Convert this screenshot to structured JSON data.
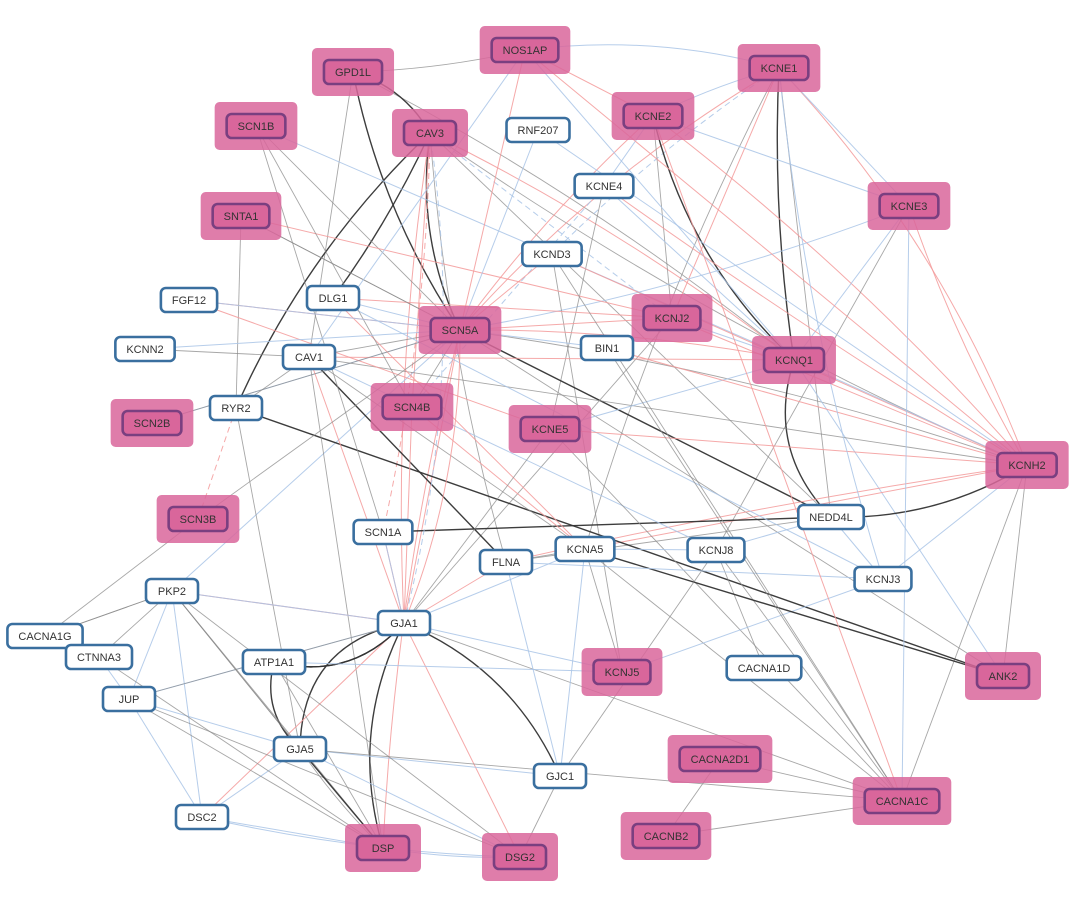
{
  "nodes": [
    {
      "id": "NOS1AP",
      "label": "NOS1AP",
      "highlighted": true
    },
    {
      "id": "GPD1L",
      "label": "GPD1L",
      "highlighted": true
    },
    {
      "id": "KCNE1",
      "label": "KCNE1",
      "highlighted": true
    },
    {
      "id": "SCN1B",
      "label": "SCN1B",
      "highlighted": true
    },
    {
      "id": "CAV3",
      "label": "CAV3",
      "highlighted": true
    },
    {
      "id": "RNF207",
      "label": "RNF207",
      "highlighted": false
    },
    {
      "id": "KCNE2",
      "label": "KCNE2",
      "highlighted": true
    },
    {
      "id": "KCNE4",
      "label": "KCNE4",
      "highlighted": false
    },
    {
      "id": "SNTA1",
      "label": "SNTA1",
      "highlighted": true
    },
    {
      "id": "KCNE3",
      "label": "KCNE3",
      "highlighted": true
    },
    {
      "id": "KCND3",
      "label": "KCND3",
      "highlighted": false
    },
    {
      "id": "FGF12",
      "label": "FGF12",
      "highlighted": false
    },
    {
      "id": "DLG1",
      "label": "DLG1",
      "highlighted": false
    },
    {
      "id": "SCN5A",
      "label": "SCN5A",
      "highlighted": true
    },
    {
      "id": "KCNJ2",
      "label": "KCNJ2",
      "highlighted": true
    },
    {
      "id": "KCNN2",
      "label": "KCNN2",
      "highlighted": false
    },
    {
      "id": "CAV1",
      "label": "CAV1",
      "highlighted": false
    },
    {
      "id": "BIN1",
      "label": "BIN1",
      "highlighted": false
    },
    {
      "id": "KCNQ1",
      "label": "KCNQ1",
      "highlighted": true
    },
    {
      "id": "SCN2B",
      "label": "SCN2B",
      "highlighted": true
    },
    {
      "id": "RYR2",
      "label": "RYR2",
      "highlighted": false
    },
    {
      "id": "SCN4B",
      "label": "SCN4B",
      "highlighted": true
    },
    {
      "id": "KCNE5",
      "label": "KCNE5",
      "highlighted": true
    },
    {
      "id": "KCNH2",
      "label": "KCNH2",
      "highlighted": true
    },
    {
      "id": "SCN3B",
      "label": "SCN3B",
      "highlighted": true
    },
    {
      "id": "NEDD4L",
      "label": "NEDD4L",
      "highlighted": false
    },
    {
      "id": "SCN1A",
      "label": "SCN1A",
      "highlighted": false
    },
    {
      "id": "FLNA",
      "label": "FLNA",
      "highlighted": false
    },
    {
      "id": "KCNA5",
      "label": "KCNA5",
      "highlighted": false
    },
    {
      "id": "KCNJ8",
      "label": "KCNJ8",
      "highlighted": false
    },
    {
      "id": "KCNJ3",
      "label": "KCNJ3",
      "highlighted": false
    },
    {
      "id": "PKP2",
      "label": "PKP2",
      "highlighted": false
    },
    {
      "id": "GJA1",
      "label": "GJA1",
      "highlighted": false
    },
    {
      "id": "CACNA1G",
      "label": "CACNA1G",
      "highlighted": false
    },
    {
      "id": "CTNNA3",
      "label": "CTNNA3",
      "highlighted": false
    },
    {
      "id": "ATP1A1",
      "label": "ATP1A1",
      "highlighted": false
    },
    {
      "id": "KCNJ5",
      "label": "KCNJ5",
      "highlighted": true
    },
    {
      "id": "CACNA1D",
      "label": "CACNA1D",
      "highlighted": false
    },
    {
      "id": "ANK2",
      "label": "ANK2",
      "highlighted": true
    },
    {
      "id": "JUP",
      "label": "JUP",
      "highlighted": false
    },
    {
      "id": "GJA5",
      "label": "GJA5",
      "highlighted": false
    },
    {
      "id": "CACNA2D1",
      "label": "CACNA2D1",
      "highlighted": true
    },
    {
      "id": "GJC1",
      "label": "GJC1",
      "highlighted": false
    },
    {
      "id": "CACNA1C",
      "label": "CACNA1C",
      "highlighted": true
    },
    {
      "id": "DSC2",
      "label": "DSC2",
      "highlighted": false
    },
    {
      "id": "DSP",
      "label": "DSP",
      "highlighted": true
    },
    {
      "id": "DSG2",
      "label": "DSG2",
      "highlighted": true
    },
    {
      "id": "CACNB2",
      "label": "CACNB2",
      "highlighted": true
    }
  ],
  "colors": {
    "highlight_fill": "#d9669b",
    "highlight_border": "#7a3f80",
    "node_border": "#3a6f9f",
    "node_fill": "#ffffff",
    "edge_black": "#333333",
    "edge_gray": "#8a8a8a",
    "edge_red": "#f39a9a",
    "edge_blue": "#a9c4e6"
  }
}
